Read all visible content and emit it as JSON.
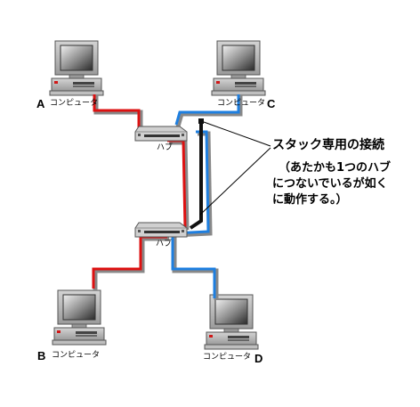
{
  "computers": [
    {
      "id": "a",
      "letter": "A",
      "label": "コンピュータ"
    },
    {
      "id": "c",
      "letter": "C",
      "label": "コンピュータ"
    },
    {
      "id": "b",
      "letter": "B",
      "label": "コンピュータ"
    },
    {
      "id": "d",
      "letter": "D",
      "label": "コンピュータ"
    }
  ],
  "hubs": [
    {
      "id": "top",
      "label": "ハブ"
    },
    {
      "id": "bottom",
      "label": "ハブ"
    }
  ],
  "annotation": {
    "title": "スタック専用の接続",
    "note_lines": [
      "（あたかも1つのハブ",
      "につないでいるが如く",
      "に動作する。）"
    ]
  },
  "colors": {
    "cable_a_b": "#dd1111",
    "cable_c_d": "#1e7fe0",
    "stack_cable": "#111111",
    "cable_shadow": "#888888"
  }
}
